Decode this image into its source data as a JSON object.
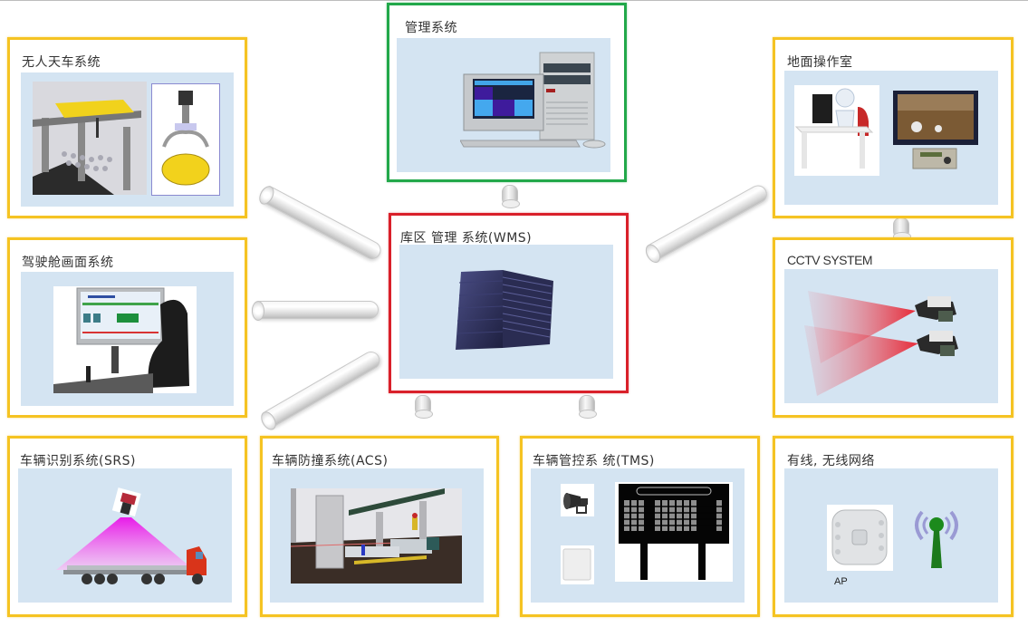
{
  "diagram": {
    "center_node": {
      "title": "库区 管理 系统(WMS)",
      "image": "server-rack",
      "border_color": "#d9202a"
    },
    "top_node": {
      "title": "管理系统",
      "image": "desktop-computer",
      "border_color": "#22a84a"
    },
    "nodes": [
      {
        "id": "crane",
        "title": "无人天车系统",
        "images": [
          "overhead-crane",
          "crane-grab"
        ]
      },
      {
        "id": "ground-control",
        "title": "地面操作室",
        "images": [
          "operator-at-desk",
          "monitor-with-controller"
        ]
      },
      {
        "id": "cockpit",
        "title": "驾驶舱画面系统",
        "images": [
          "cockpit-screen-and-chair"
        ]
      },
      {
        "id": "cctv",
        "title": "CCTV SYSTEM",
        "images": [
          "cctv-cameras-with-beams"
        ]
      },
      {
        "id": "srs",
        "title": "车辆识别系统(SRS)",
        "images": [
          "camera-scanning-truck"
        ]
      },
      {
        "id": "acs",
        "title": "车辆防撞系统(ACS)",
        "images": [
          "anti-collision-scene"
        ]
      },
      {
        "id": "tms",
        "title": "车辆管控系 统(TMS)",
        "images": [
          "horn-speaker",
          "rfid-reader",
          "led-signboard"
        ]
      },
      {
        "id": "network",
        "title": "有线, 无线网络",
        "images": [
          "access-point",
          "wireless-antenna"
        ],
        "caption": "AP"
      }
    ],
    "node_border_color": "#f5c322",
    "panel_color": "#d4e4f2",
    "connections": [
      {
        "from": "crane",
        "to": "wms"
      },
      {
        "from": "cockpit",
        "to": "wms"
      },
      {
        "from": "srs",
        "to": "wms"
      },
      {
        "from": "ground-control",
        "to": "wms"
      },
      {
        "from": "management",
        "to": "wms"
      },
      {
        "from": "wms",
        "to": "acs"
      },
      {
        "from": "wms",
        "to": "tms"
      },
      {
        "from": "ground-control",
        "to": "cctv"
      }
    ]
  }
}
